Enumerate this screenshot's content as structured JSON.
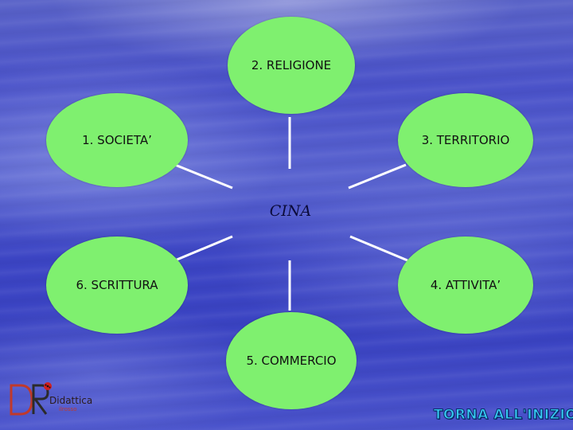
{
  "diagram": {
    "center_label": "CINA",
    "nodes": [
      {
        "id": 1,
        "label": "1. SOCIETA’"
      },
      {
        "id": 2,
        "label": "2. RELIGIONE"
      },
      {
        "id": 3,
        "label": "3. TERRITORIO"
      },
      {
        "id": 4,
        "label": "4. ATTIVITA’"
      },
      {
        "id": 5,
        "label": "5. COMMERCIO"
      },
      {
        "id": 6,
        "label": "6. SCRITTURA"
      }
    ],
    "node_color": "#7ff06f",
    "connector_color": "#ffffff"
  },
  "logo": {
    "mark": "DR",
    "name": "Didattica",
    "sub": "ilrosso"
  },
  "home_button": {
    "label": "TORNA ALL'INIZIO"
  }
}
